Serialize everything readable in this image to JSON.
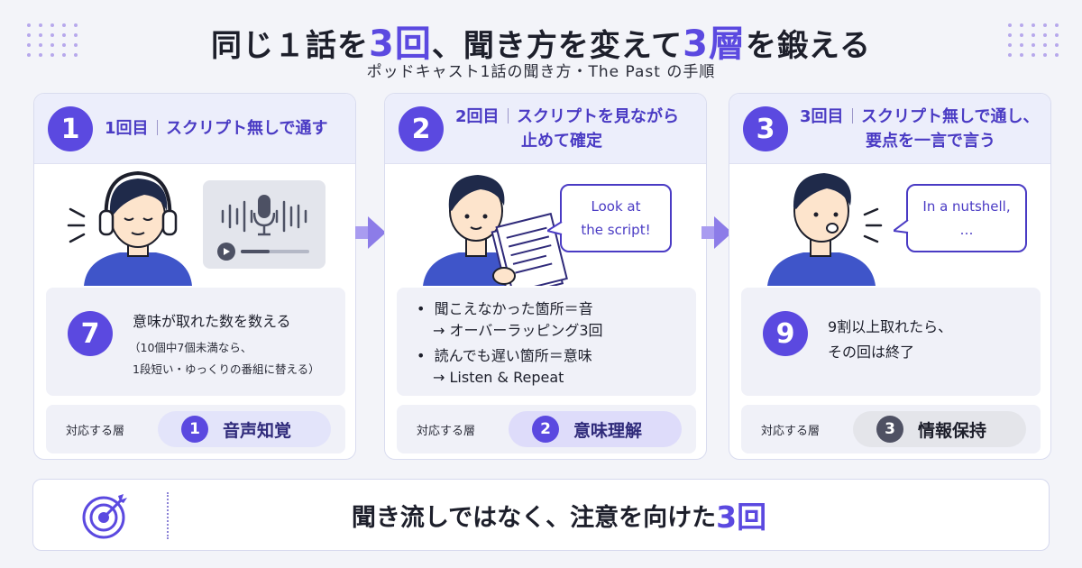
{
  "header": {
    "title_p1": "同じ１話を",
    "title_accent1": "3回",
    "title_p2": "、聞き方を変えて",
    "title_accent2": "3層",
    "title_p3": "を鍛える",
    "subtitle": "ポッドキャスト1話の聞き方・The Past の手順"
  },
  "steps": [
    {
      "number": "1",
      "label": "1回目",
      "title_lines": [
        "スクリプト無しで通す"
      ],
      "info_number": "7",
      "info_main": "意味が取れた数を数える",
      "info_sub": [
        "（10個中7個未満なら、",
        "1段短い・ゆっくりの番組に替える）"
      ],
      "layer_label": "対応する層",
      "layer_number": "1",
      "layer_name": "音声知覚"
    },
    {
      "number": "2",
      "label": "2回目",
      "title_lines": [
        "スクリプトを見ながら",
        "止めて確定"
      ],
      "bullets": [
        {
          "line1": "聞こえなかった箇所＝音",
          "line2": "→ オーバーラッピング3回"
        },
        {
          "line1": "読んでも遅い箇所＝意味",
          "line2": "→ Listen & Repeat"
        }
      ],
      "bubble_lines": [
        "Look at",
        "the script!"
      ],
      "layer_label": "対応する層",
      "layer_number": "2",
      "layer_name": "意味理解"
    },
    {
      "number": "3",
      "label": "3回目",
      "title_lines": [
        "スクリプト無しで通し、",
        "要点を一言で言う"
      ],
      "bubble_lines": [
        "In a nutshell,",
        "…"
      ],
      "info_number": "9",
      "info_lines": [
        "9割以上取れたら、",
        "その回は終了"
      ],
      "layer_label": "対応する層",
      "layer_number": "3",
      "layer_name": "情報保持"
    }
  ],
  "footer": {
    "text_main": "聞き流しではなく、注意を向けた",
    "text_accent": "3回"
  },
  "icons": {
    "footer_icon": "target-icon",
    "step1_icon": "microphone-icon",
    "arrow_icon": "arrow-right-icon"
  },
  "colors": {
    "accent": "#5b49e0",
    "layer1_bg": "#e7e8fb",
    "layer2_bg": "#e2e0fb",
    "layer3_bg": "#e6e7ec",
    "layer3_circle": "#4f5163"
  }
}
